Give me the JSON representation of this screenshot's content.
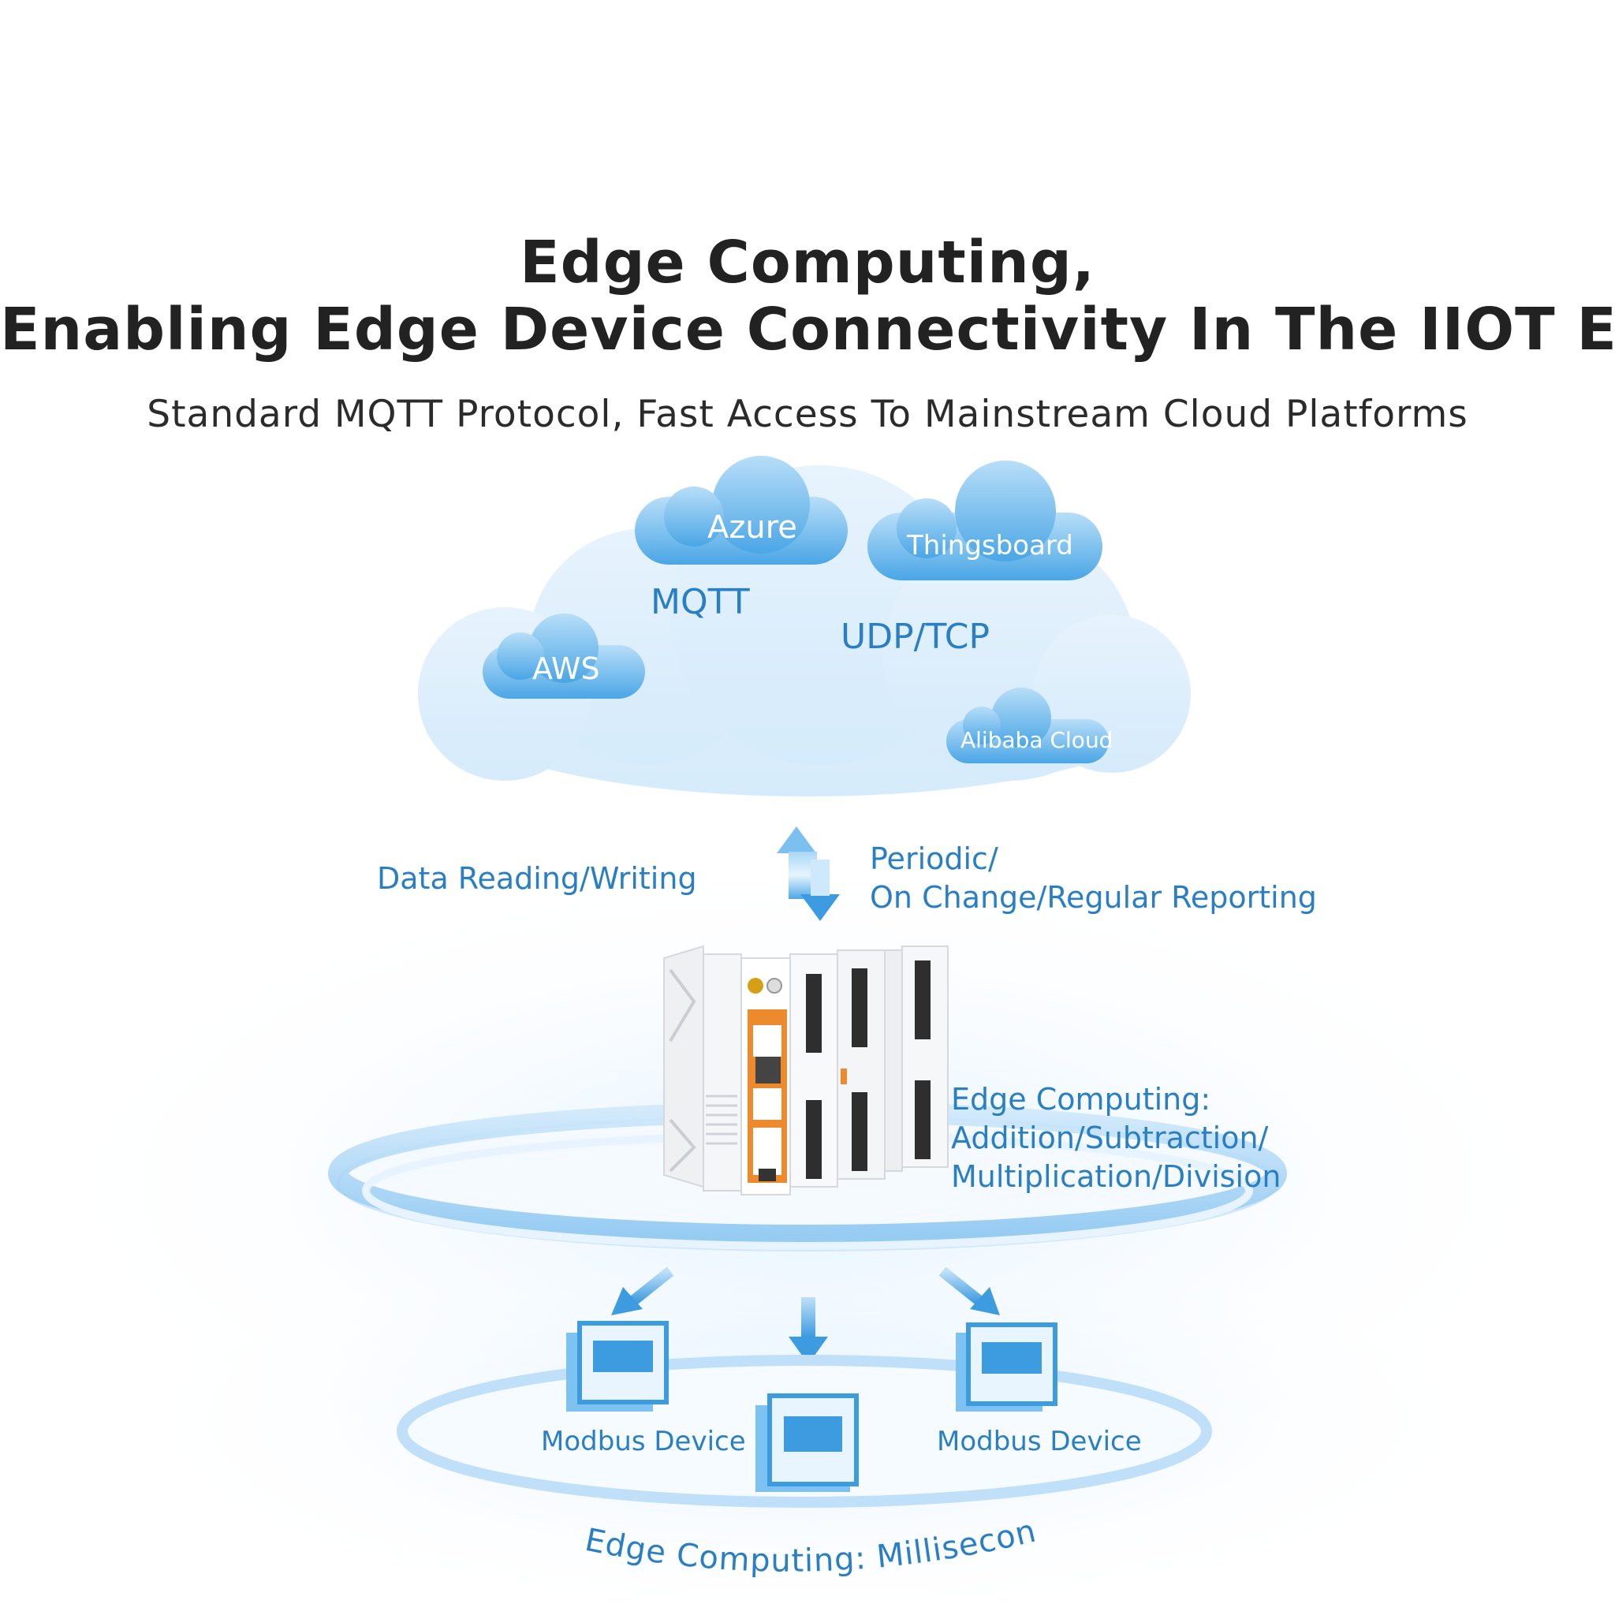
{
  "header": {
    "title_line1": "Edge Computing,",
    "title_line2": "Enabling Edge Device Connectivity In The IIOT Era",
    "subtitle": "Standard MQTT Protocol, Fast Access To Mainstream Cloud Platforms"
  },
  "cloud": {
    "platforms": [
      "Azure",
      "Thingsboard",
      "AWS",
      "Alibaba Cloud"
    ],
    "protocols": [
      "MQTT",
      "UDP/TCP"
    ]
  },
  "link": {
    "left_label": "Data Reading/Writing",
    "right_label_line1": "Periodic/",
    "right_label_line2": "On Change/Regular Reporting"
  },
  "gateway": {
    "label_line1": "Edge Computing:",
    "label_line2": "Addition/Subtraction/",
    "label_line3": "Multiplication/Division"
  },
  "devices": {
    "left_label": "Modbus Device",
    "right_label": "Modbus Device"
  },
  "footer": {
    "label": "Edge Computing: Millisecond"
  },
  "colors": {
    "accent_blue": "#2a7fc4",
    "cloud_blue": "#5ab0e8",
    "device_blue": "#3d9be0",
    "gateway_orange": "#ee8a2e",
    "title_dark": "#222222"
  }
}
